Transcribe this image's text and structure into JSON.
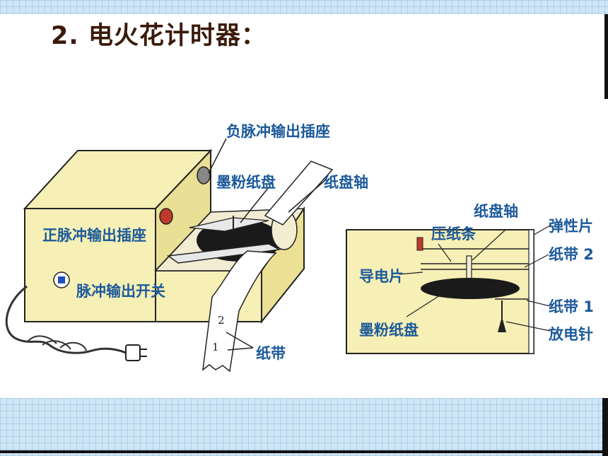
{
  "title": "2. 电火花计时器：",
  "left_diagram": {
    "labels": {
      "negative_socket": "负脉冲输出插座",
      "toner_disk": "墨粉纸盘",
      "disk_axle": "纸盘轴",
      "positive_socket": "正脉冲输出插座",
      "pulse_switch": "脉冲输出开关",
      "paper_tape": "纸带",
      "tape_mark_2": "2",
      "tape_mark_1": "1"
    }
  },
  "right_diagram": {
    "labels": {
      "press_strip": "压纸条",
      "disk_axle": "纸盘轴",
      "elastic_piece": "弹性片",
      "tape_2": "纸带 2",
      "conductor": "导电片",
      "tape_1": "纸带 1",
      "toner_disk": "墨粉纸盘",
      "discharge_needle": "放电针"
    }
  },
  "colors": {
    "box_fill": "#f6efb6",
    "box_side": "#f3e89c",
    "label_blue": "#1c5a9a",
    "title": "#3a1a0a"
  }
}
